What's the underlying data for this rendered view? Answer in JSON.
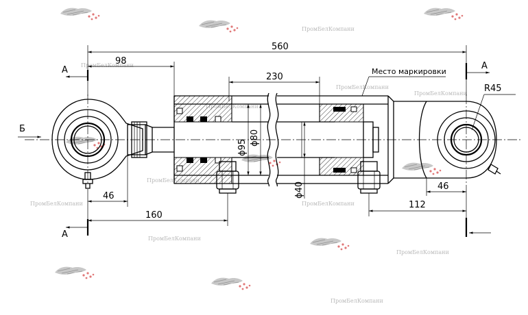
{
  "dimensions": {
    "overall_length": "560",
    "rod_eye_offset": "98",
    "stroke_section": "230",
    "left_eye_width": "46",
    "right_eye_width": "46",
    "rod_end_to_port": "160",
    "port_to_eye": "112",
    "eye_radius": "R45",
    "bore_outer": "ϕ95",
    "bore_inner": "ϕ80",
    "rod_diameter": "ϕ40"
  },
  "labels": {
    "marking_place": "Место маркировки",
    "section_a": "А",
    "view_b": "Б"
  },
  "watermark": {
    "text": "ПромБелКомпани",
    "color": "#b9b9b9"
  },
  "colors": {
    "lines": "#000000",
    "watermark": "#b9b9b9",
    "background": "#ffffff"
  }
}
